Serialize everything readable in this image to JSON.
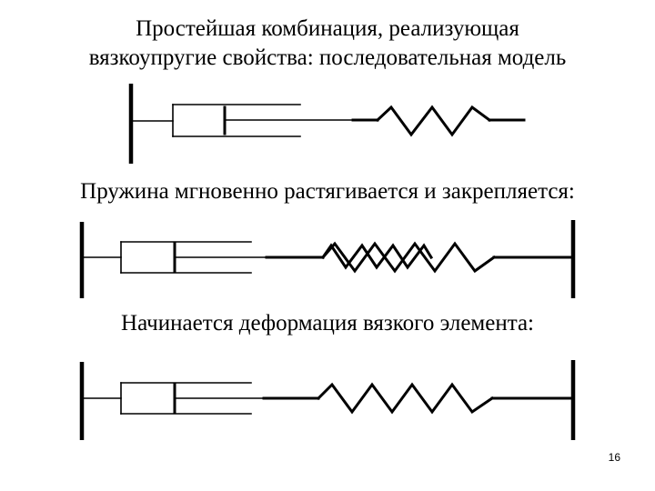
{
  "title": {
    "line1": "Простейшая комбинация, реализующая",
    "line2": "вязкоупругие свойства: последовательная модель"
  },
  "captions": {
    "stretch": "Пружина мгновенно растягивается и закрепляется:",
    "viscous": "Начинается деформация вязкого элемента:"
  },
  "page_number": "16"
}
